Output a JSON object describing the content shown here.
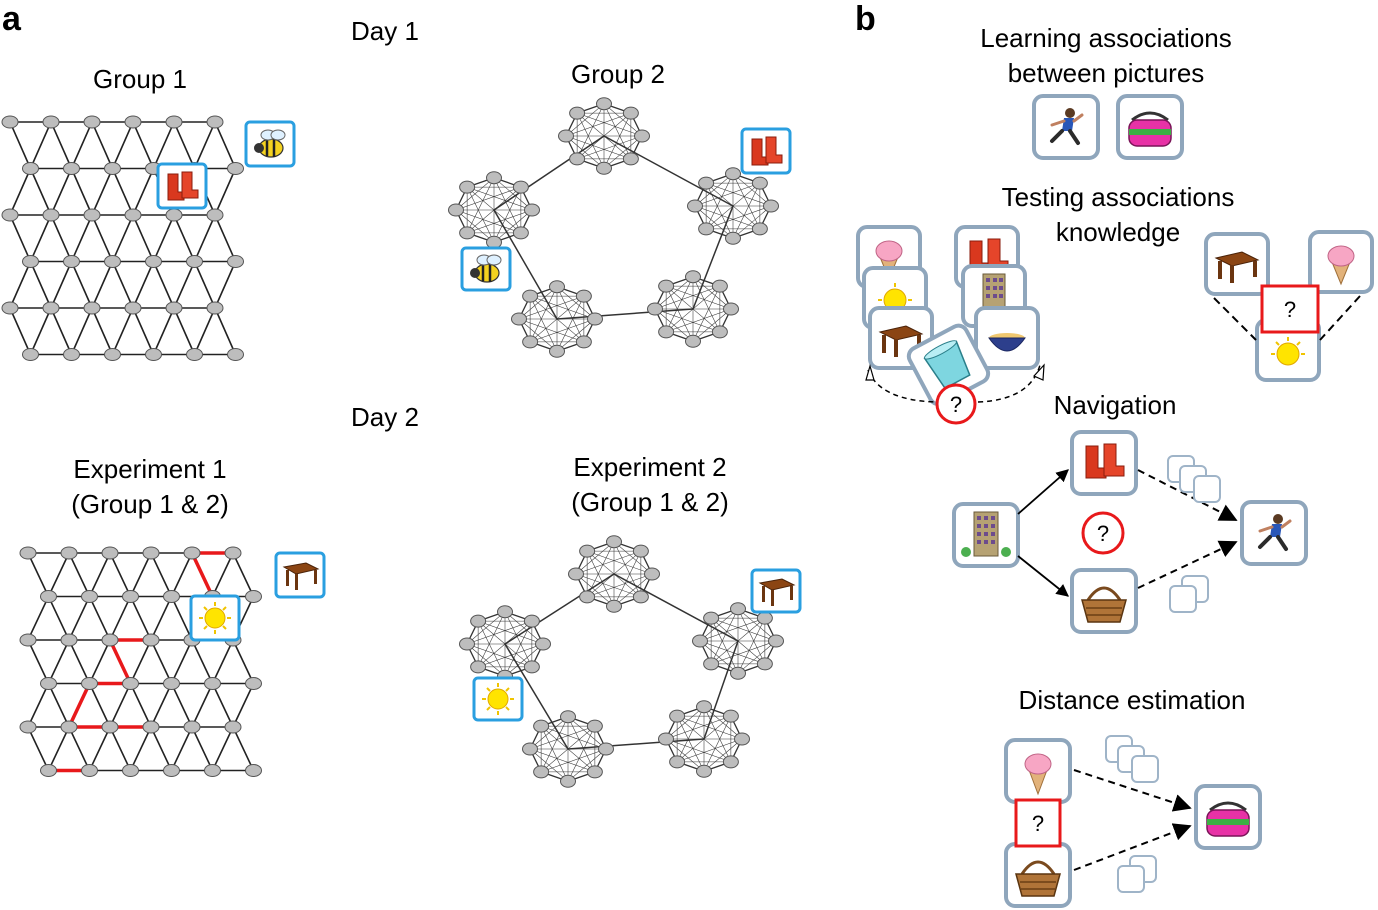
{
  "panel_a": {
    "letter": "a",
    "day1": "Day 1",
    "day2": "Day 2",
    "group1": "Group 1",
    "group2": "Group 2",
    "experiment1": [
      "Experiment 1",
      "(Group 1 & 2)"
    ],
    "experiment2": [
      "Experiment 2",
      "(Group 1 & 2)"
    ]
  },
  "panel_b": {
    "letter": "b",
    "learning": [
      "Learning associations",
      "between pictures"
    ],
    "testing": [
      "Testing associations",
      "knowledge"
    ],
    "navigation": "Navigation",
    "distance": "Distance estimation",
    "question_mark": "?"
  },
  "icons": {
    "boots": "boots-icon",
    "bee": "bee-icon",
    "table": "table-icon",
    "sun": "sun-icon",
    "runner": "runner-icon",
    "bag": "bag-icon",
    "icecream": "icecream-icon",
    "building": "building-icon",
    "bowl": "bowl-icon",
    "cup": "cup-icon",
    "basket": "basket-icon"
  },
  "colors": {
    "node_fill": "#bdbdbd",
    "node_stroke": "#555555",
    "edge": "#222222",
    "highlight_path": "#e8191b",
    "frame_blue": "#2a9fe0",
    "frame_gray": "#8fa6bc",
    "question_red": "#e8191b"
  }
}
